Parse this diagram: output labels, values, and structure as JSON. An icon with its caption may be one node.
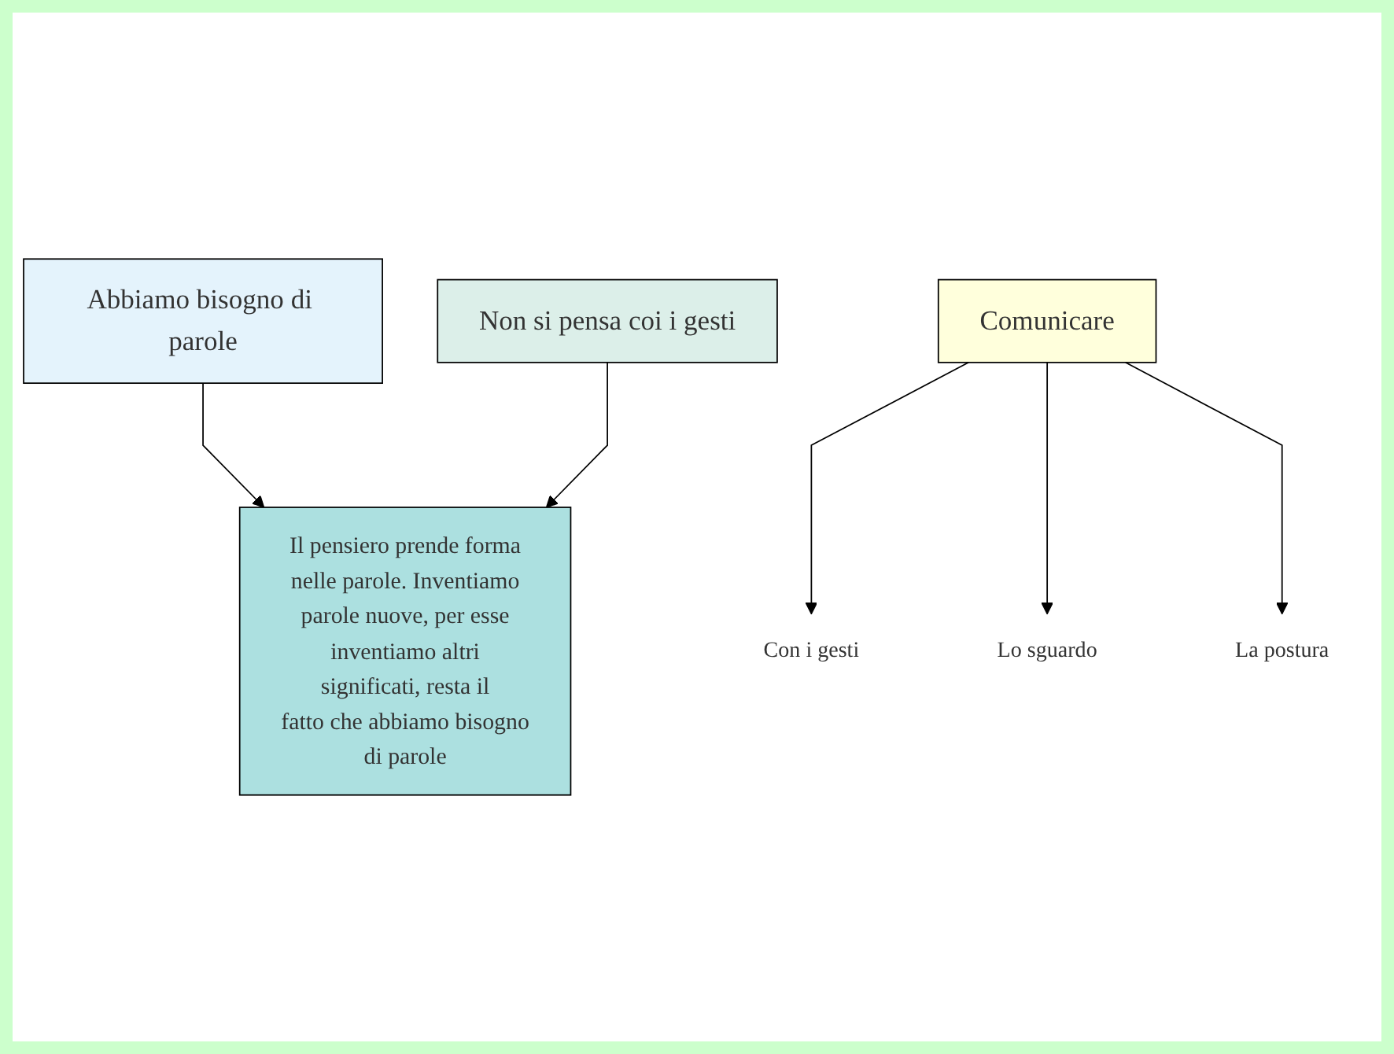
{
  "diagram": {
    "nodes": [
      {
        "text": [
          "Abbiamo bisogno di parole"
        ]
      },
      {
        "text": [
          "Non si pensa coi i gesti"
        ]
      },
      {
        "text": [
          "Comunicare"
        ]
      },
      {
        "text": [
          "Con i gesti"
        ]
      },
      {
        "text": [
          "Lo sguardo"
        ]
      },
      {
        "text": [
          "La postura"
        ]
      },
      {
        "text": [
          "Il pensiero prende forma nelle parole. Inventiamo parole nuove, per esse inventiamo altri significati, resta il fatto che abbiamo bisogno di parole"
        ]
      }
    ],
    "edges": [
      {
        "from": 0,
        "to": 6,
        "arrow": "to"
      },
      {
        "from": 1,
        "to": 6,
        "arrow": "to"
      },
      {
        "from": 2,
        "to": 3,
        "arrow": "to"
      },
      {
        "from": 2,
        "to": 4,
        "arrow": "to"
      },
      {
        "from": 2,
        "to": 5,
        "arrow": "to"
      }
    ]
  }
}
